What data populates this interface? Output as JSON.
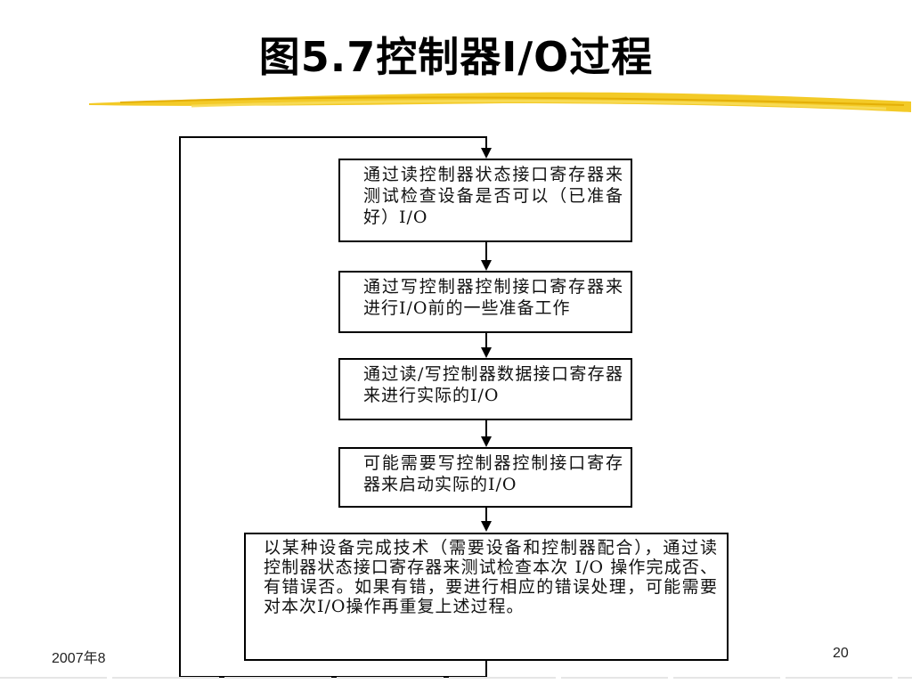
{
  "slide": {
    "title": "图5.7控制器I/O过程",
    "footer_date": "2007年8",
    "page_number": "20",
    "accent_color": "#f2c40f"
  },
  "flowchart": {
    "steps": [
      "通过读控制器状态接口寄存器来测试检查设备是否可以（已准备好）I/O",
      "通过写控制器控制接口寄存器来进行I/O前的一些准备工作",
      "通过读/写控制器数据接口寄存器来进行实际的I/O",
      "可能需要写控制器控制接口寄存器来启动实际的I/O",
      "以某种设备完成技术（需要设备和控制器配合），通过读控制器状态接口寄存器来测试检查本次 I/O 操作完成否、有错误否。如果有错，要进行相应的错误处理，可能需要对本次I/O操作再重复上述过程。"
    ]
  }
}
